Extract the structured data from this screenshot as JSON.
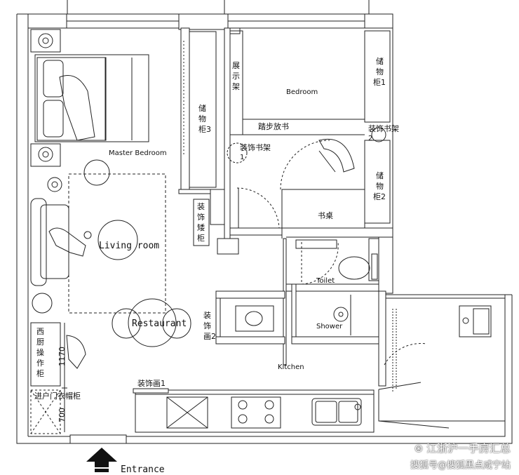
{
  "rooms": {
    "master_bedroom": "Master Bedroom",
    "living_room": "Living room",
    "restaurant": "Restaurant",
    "bedroom": "Bedroom",
    "kitchen": "Kitchen",
    "toilet": "Toilet",
    "shower": "Shower"
  },
  "furniture": {
    "cabinet3": [
      "储",
      "物",
      "柜3"
    ],
    "cabinet1": [
      "储",
      "物",
      "柜1"
    ],
    "cabinet2": [
      "储",
      "物",
      "柜2"
    ],
    "display_shelf": [
      "展",
      "示",
      "架"
    ],
    "low_cabinet": [
      "装",
      "饰",
      "矮",
      "柜"
    ],
    "step_bookshelf": "踏步放书",
    "deco_shelf1": [
      "装饰书架",
      "1"
    ],
    "deco_shelf2": [
      "装饰书架",
      "2"
    ],
    "desk": "书桌",
    "deco_painting1": "装饰画1",
    "deco_painting2": [
      "装",
      "饰",
      "画2"
    ],
    "western_kitchen": [
      "西",
      "厨",
      "操",
      "作",
      "柜"
    ],
    "entry_cabinet": "进户门衣帽柜"
  },
  "dimensions": {
    "d1170": "1170",
    "d700": "700"
  },
  "entrance": "Entrance",
  "watermark": {
    "line1": "江浙沪一手房汇总",
    "line2": "搜狐号@搜狐黑点咸宁站"
  }
}
